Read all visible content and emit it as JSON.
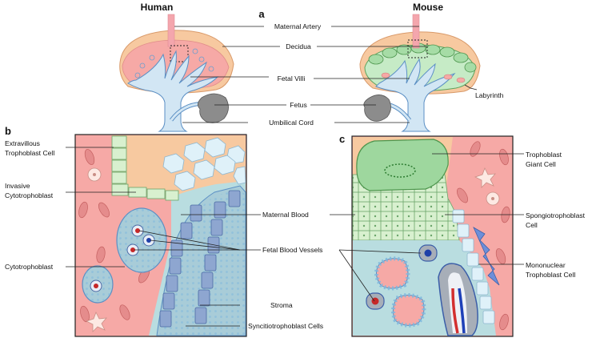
{
  "titles": {
    "human": "Human",
    "mouse": "Mouse"
  },
  "panels": {
    "a": "a",
    "b": "b",
    "c": "c"
  },
  "labels_a": {
    "maternal_artery": "Maternal Artery",
    "decidua": "Decidua",
    "fetal_villi": "Fetal Villi",
    "fetus": "Fetus",
    "umbilical_cord": "Umbilical Cord",
    "labyrinth": "Labyrinth"
  },
  "labels_b": {
    "extravillous_1": "Extravillous",
    "extravillous_2": "Trophoblast Cell",
    "invasive_1": "Invasive",
    "invasive_2": "Cytotrophoblast",
    "cytotrophoblast": "Cytotrophoblast",
    "maternal_blood": "Maternal Blood",
    "fetal_blood_vessels": "Fetal Blood Vessels",
    "stroma": "Stroma",
    "syncytio": "Syncitiotrophoblast Cells"
  },
  "labels_c": {
    "giant_1": "Trophoblast",
    "giant_2": "Giant Cell",
    "spongio_1": "Spongiotrophoblast",
    "spongio_2": "Cell",
    "mono_1": "Mononuclear",
    "mono_2": "Trophoblast Cell"
  },
  "colors": {
    "decidua": "#f7c9a0",
    "maternal_tissue": "#f6a9a6",
    "villi": "#d2e6f4",
    "villi_stroke": "#5b8fc4",
    "artery": "#f4a6ad",
    "labyrinth_green": "#c6ebc6",
    "fetus": "#8c8c8c",
    "rbc": "#d65c5c"
  }
}
